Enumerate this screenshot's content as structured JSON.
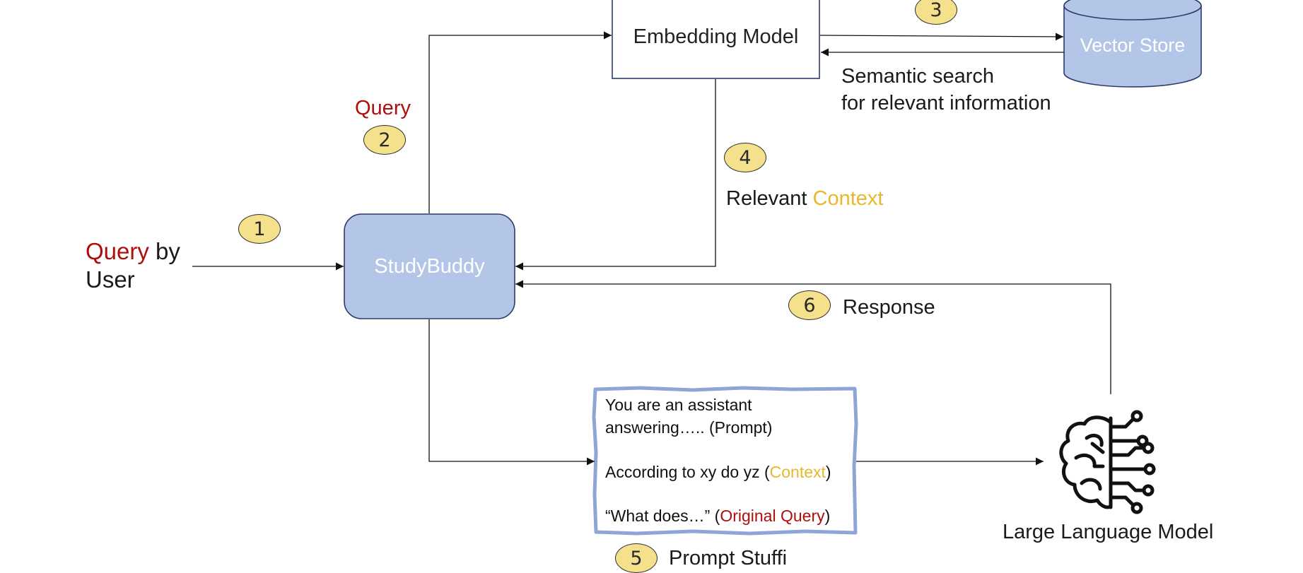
{
  "user": {
    "query_word": "Query",
    "by_word": " by",
    "user_word": "User"
  },
  "studybuddy": {
    "label": "StudyBuddy"
  },
  "embedding": {
    "label": "Embedding Model"
  },
  "vector_store": {
    "label": "Vector Store"
  },
  "query_label": "Query",
  "semantic_search": {
    "line1": "Semantic search",
    "line2": "for relevant information"
  },
  "relevant_context": {
    "relevant_word": "Relevant ",
    "context_word": "Context"
  },
  "response_label": "Response",
  "prompt_box": {
    "line1": "You are an assistant",
    "line2": "answering….. (Prompt)",
    "line3_prefix": "According to xy do yz (",
    "line3_context": "Context",
    "line3_suffix": ")",
    "line4_prefix": "“What does…” (",
    "line4_query": "Original Query",
    "line4_suffix": ")"
  },
  "prompt_stuffing_label": "Prompt Stuffi",
  "llm": {
    "label": "Large Language Model"
  },
  "steps": [
    "1",
    "2",
    "3",
    "4",
    "5",
    "6"
  ],
  "colors": {
    "node_fill": "#b4c6e7",
    "node_border": "#2f3b6a",
    "badge_fill": "#f5e08c",
    "query_red": "#b00d0d",
    "context_gold": "#e8b82c",
    "prompt_border": "#8fa5d8"
  },
  "icons": {
    "llm": "brain-circuit-icon"
  }
}
